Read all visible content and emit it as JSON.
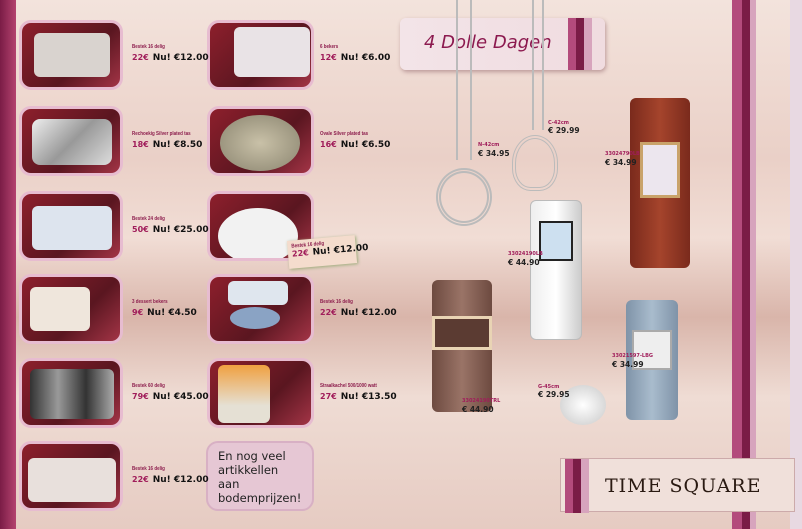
{
  "banner": {
    "title": "4 Dolle Dagen"
  },
  "left_products": [
    {
      "label": "Bestek 16 delig",
      "old": "22€",
      "price": "Nu! €12.00"
    },
    {
      "label": "Rechoekig Silver plated tas",
      "old": "18€",
      "price": "Nu! €8.50"
    },
    {
      "label": "Bestek 24 delig",
      "old": "50€",
      "price": "Nu! €25.00"
    },
    {
      "label": "3 dessert bekers",
      "old": "9€",
      "price": "Nu! €4.50"
    },
    {
      "label": "Bestek 60 delig",
      "old": "79€",
      "price": "Nu! €45.00"
    },
    {
      "label": "Bestek 16 delig",
      "old": "22€",
      "price": "Nu! €12.00"
    }
  ],
  "middle_products": [
    {
      "label": "6 bekers",
      "old": "12€",
      "price": "Nu! €6.00"
    },
    {
      "label": "Ovale Silver plated tas",
      "old": "16€",
      "price": "Nu! €6.50"
    },
    {
      "label": "Bestek 16 delig",
      "old": "22€",
      "price": "Nu! €12.00"
    },
    {
      "label": "Straalkachel 500/1000 watt",
      "old": "27€",
      "price": "Nu! €13.50"
    }
  ],
  "price_tag": {
    "label": "Bestek 16 delig",
    "old": "22€",
    "price": "Nu! €12.00"
  },
  "more_text": "En nog veel artikkellen aan bodemprijzen!",
  "jewelry": [
    {
      "code": "N-42cm",
      "price": "€ 34.95"
    },
    {
      "code": "C-42cm",
      "price": "€ 29.99"
    },
    {
      "code": "33024790LB",
      "price": "€ 34.99"
    },
    {
      "code": "33024190LB",
      "price": "€ 44.90"
    },
    {
      "code": "33024190TRL",
      "price": "€ 44.90"
    },
    {
      "code": "G-45cm",
      "price": "€ 29.95"
    },
    {
      "code": "33021597-LBG",
      "price": "€ 34.99"
    }
  ],
  "logo": {
    "text": "TIME SQUARE"
  }
}
